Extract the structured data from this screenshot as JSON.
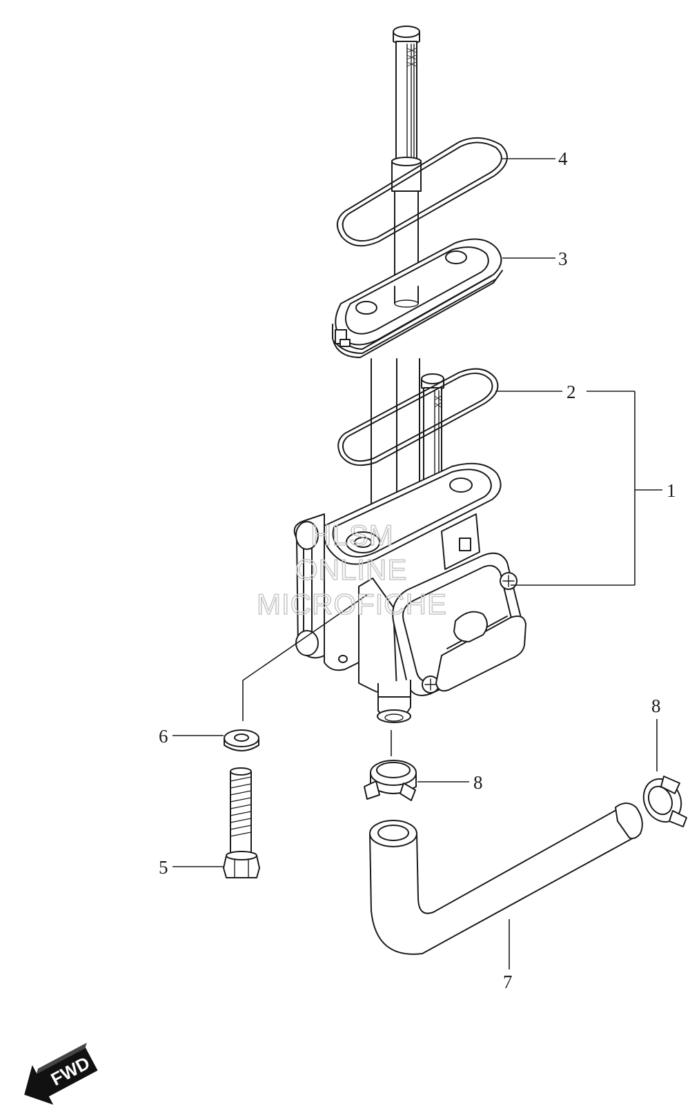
{
  "callouts": {
    "c1": "1",
    "c2": "2",
    "c3": "3",
    "c4": "4",
    "c5": "5",
    "c6": "6",
    "c7": "7",
    "c8a": "8",
    "c8b": "8"
  },
  "watermark": {
    "line1": "HLSM",
    "line2": "ONLINE",
    "line3": "MICROFICHE"
  },
  "direction_badge": {
    "label": "FWD"
  }
}
